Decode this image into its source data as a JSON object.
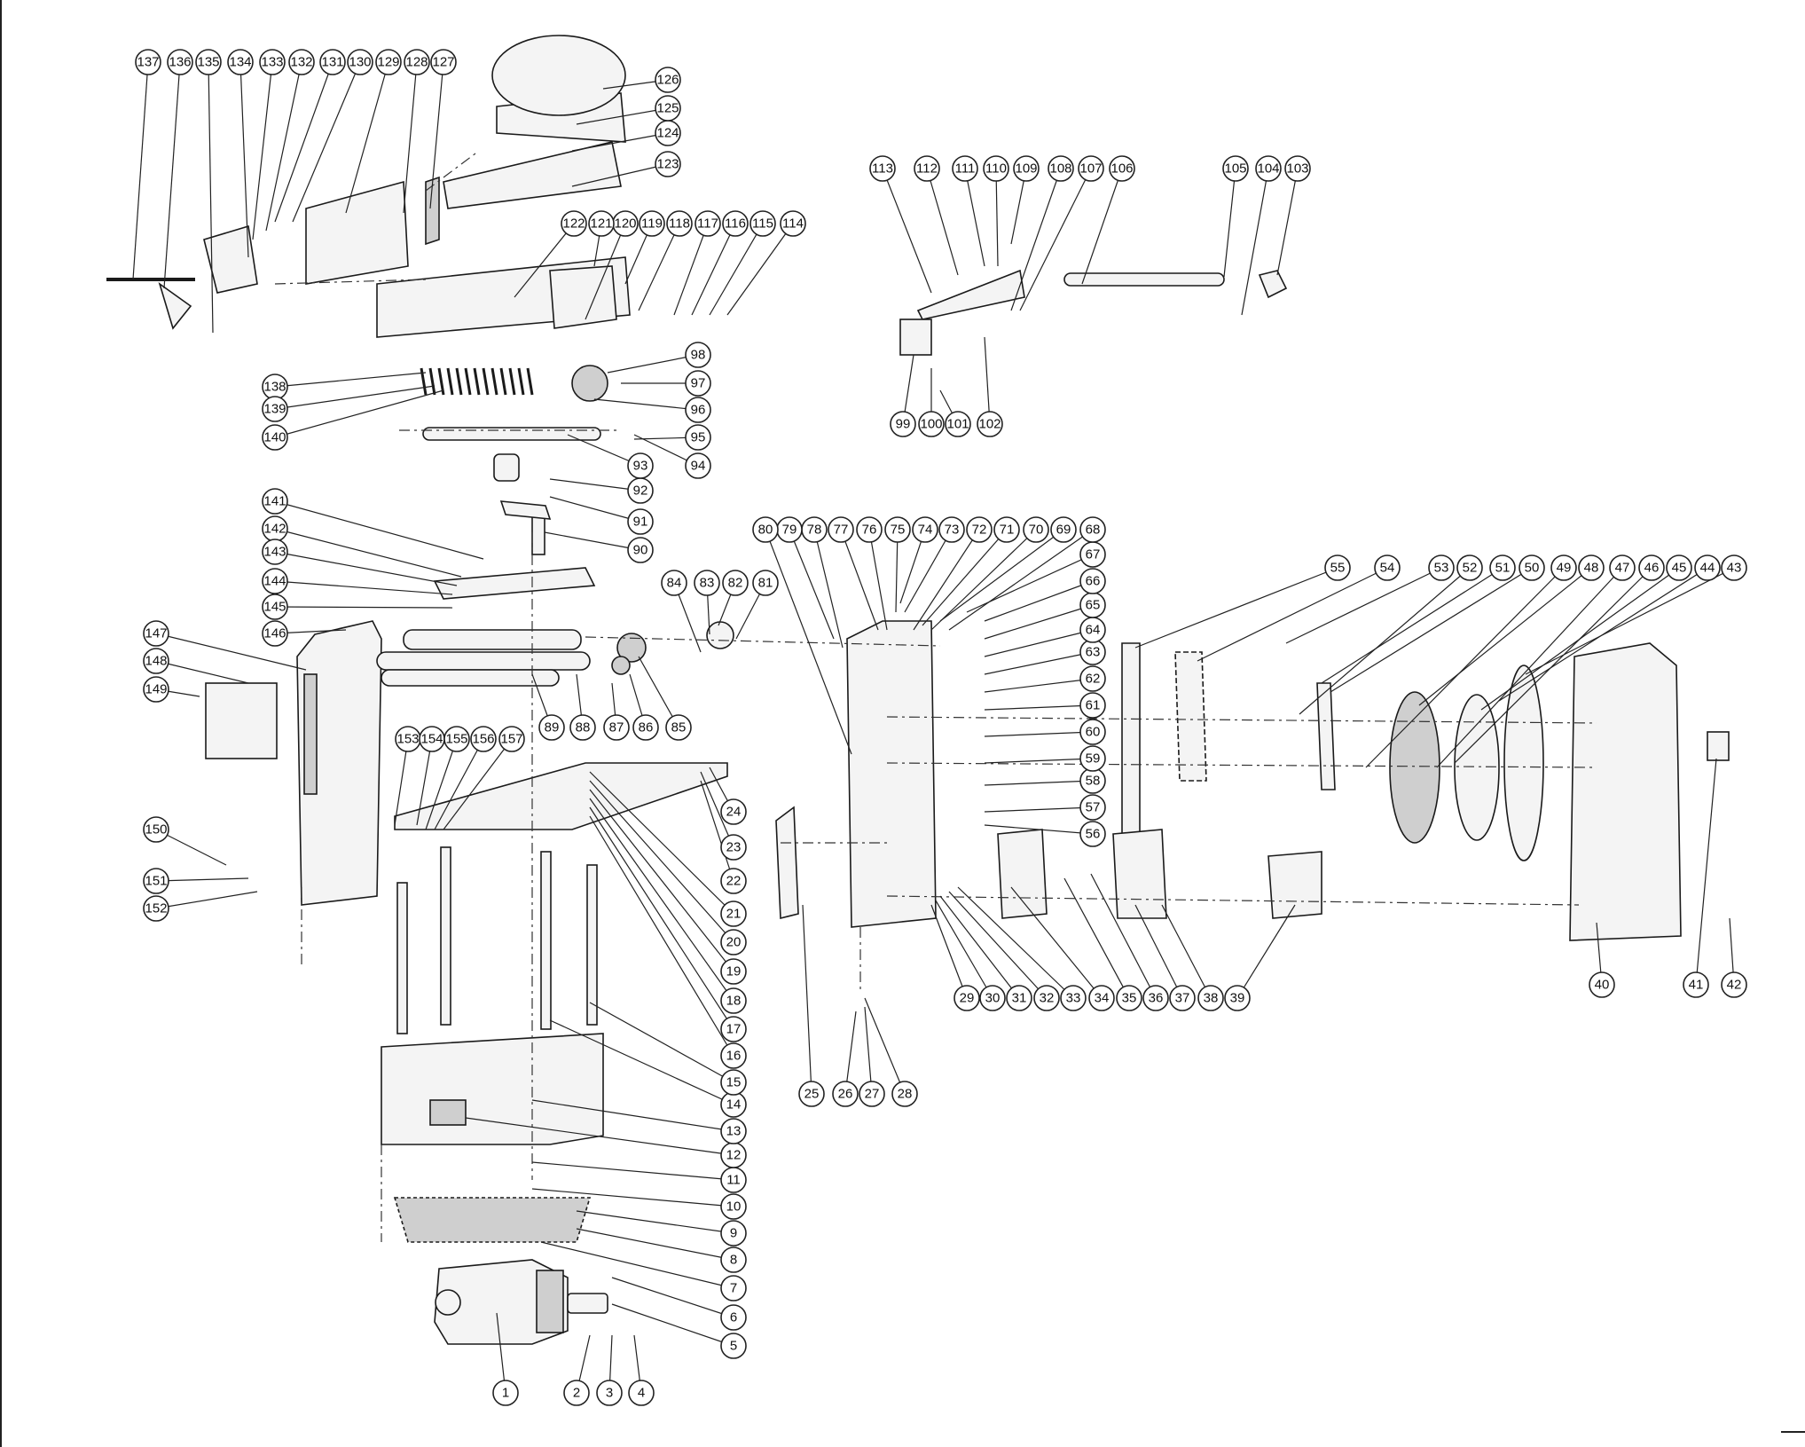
{
  "diagram": {
    "type": "exploded-parts",
    "callouts": [
      "1",
      "2",
      "3",
      "4",
      "5",
      "6",
      "7",
      "8",
      "9",
      "10",
      "11",
      "12",
      "13",
      "14",
      "15",
      "16",
      "17",
      "18",
      "19",
      "20",
      "21",
      "22",
      "23",
      "24",
      "25",
      "26",
      "27",
      "28",
      "29",
      "30",
      "31",
      "32",
      "33",
      "34",
      "35",
      "36",
      "37",
      "38",
      "39",
      "40",
      "41",
      "42",
      "43",
      "44",
      "45",
      "46",
      "47",
      "48",
      "49",
      "50",
      "51",
      "52",
      "53",
      "54",
      "55",
      "56",
      "57",
      "58",
      "59",
      "60",
      "61",
      "62",
      "63",
      "64",
      "65",
      "66",
      "67",
      "68",
      "69",
      "70",
      "71",
      "72",
      "73",
      "74",
      "75",
      "76",
      "77",
      "78",
      "79",
      "80",
      "81",
      "82",
      "83",
      "84",
      "85",
      "86",
      "87",
      "88",
      "89",
      "90",
      "91",
      "92",
      "93",
      "94",
      "95",
      "96",
      "97",
      "98",
      "99",
      "100",
      "101",
      "102",
      "103",
      "104",
      "105",
      "106",
      "107",
      "108",
      "109",
      "110",
      "111",
      "112",
      "113",
      "114",
      "115",
      "116",
      "117",
      "118",
      "119",
      "120",
      "121",
      "122",
      "123",
      "124",
      "125",
      "126",
      "127",
      "128",
      "129",
      "130",
      "131",
      "132",
      "133",
      "134",
      "135",
      "136",
      "137",
      "138",
      "139",
      "140",
      "141",
      "142",
      "143",
      "144",
      "145",
      "146",
      "147",
      "148",
      "149",
      "150",
      "151",
      "152",
      "153",
      "154",
      "155",
      "156",
      "157"
    ]
  }
}
